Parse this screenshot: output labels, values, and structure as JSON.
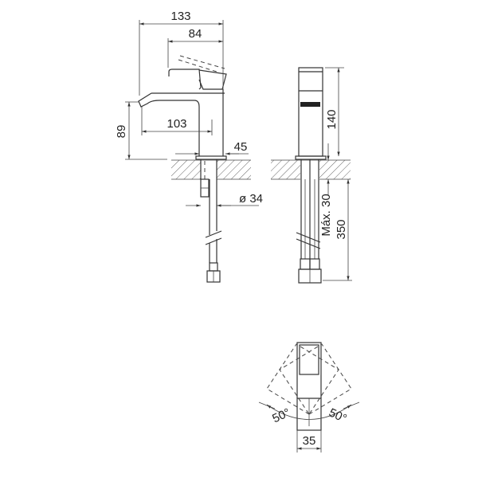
{
  "side_view": {
    "overall_length": "133",
    "handle_length": "84",
    "spout_reach": "103",
    "spout_height": "89",
    "base_offset": "45",
    "diameter": "ø 34"
  },
  "front_view": {
    "body_height": "140",
    "max_counter_thickness": "Máx. 30",
    "hose_length": "350"
  },
  "top_view": {
    "rotation_left": "50°",
    "rotation_right": "50°",
    "width": "35"
  },
  "colors": {
    "line": "#333333",
    "background": "#ffffff"
  }
}
